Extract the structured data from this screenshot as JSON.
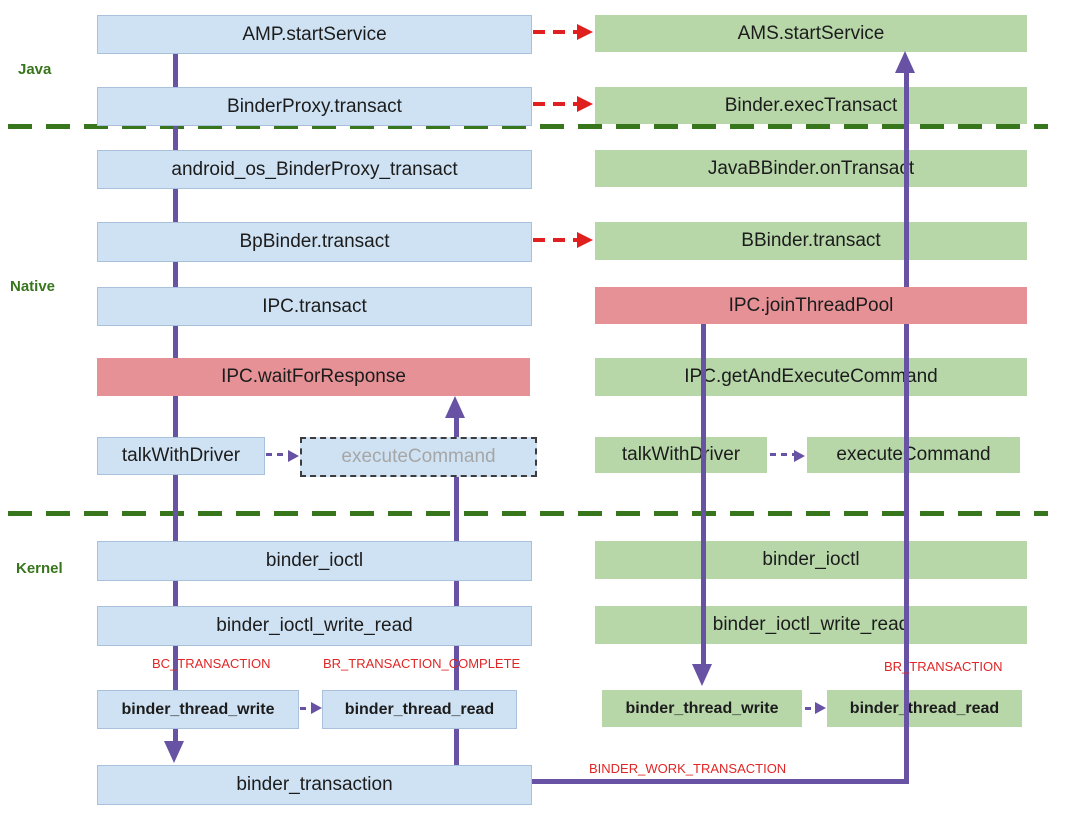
{
  "layers": [
    {
      "label": "Java"
    },
    {
      "label": "Native"
    },
    {
      "label": "Kernel"
    }
  ],
  "nodes": {
    "amp": "AMP.startService",
    "binderproxy": "BinderProxy.transact",
    "android_os": "android_os_BinderProxy_transact",
    "bpbinder": "BpBinder.transact",
    "ipc_transact": "IPC.transact",
    "ipc_wait": "IPC.waitForResponse",
    "talk_l": "talkWithDriver",
    "exec_l": "executeCommand",
    "ioctl_l": "binder_ioctl",
    "iwr_l": "binder_ioctl_write_read",
    "btw_l": "binder_thread_write",
    "btr_l": "binder_thread_read",
    "btxn": "binder_transaction",
    "ams": "AMS.startService",
    "exectransact": "Binder.execTransact",
    "javabbinder": "JavaBBinder.onTransact",
    "bbinder": "BBinder.transact",
    "ipc_join": "IPC.joinThreadPool",
    "ipc_getexec": "IPC.getAndExecuteCommand",
    "talk_r": "talkWithDriver",
    "exec_r": "executeCommand",
    "ioctl_r": "binder_ioctl",
    "iwr_r": "binder_ioctl_write_read",
    "btw_r": "binder_thread_write",
    "btr_r": "binder_thread_read"
  },
  "annotations": {
    "bc_transaction": "BC_TRANSACTION",
    "br_transaction_complete": "BR_TRANSACTION_COMPLETE",
    "br_transaction": "BR_TRANSACTION",
    "binder_work_transaction": "BINDER_WORK_TRANSACTION"
  },
  "colors": {
    "client_box": "#cfe2f3",
    "server_box": "#b7d7a9",
    "blocking_box": "#e59196",
    "flow_line": "#6852a3",
    "cross_process_arrow": "#e01f1f",
    "protocol_label": "#e02626",
    "layer_label": "#38761d",
    "ghost_text": "#a6a6a6"
  }
}
